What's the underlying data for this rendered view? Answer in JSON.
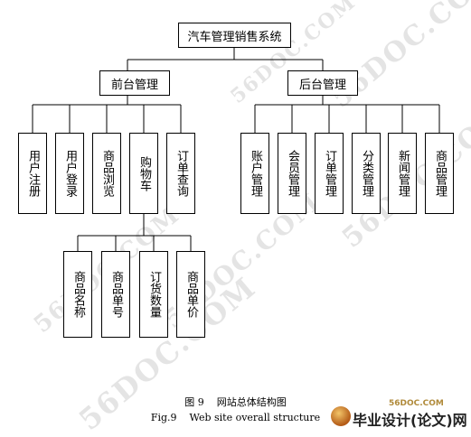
{
  "diagram": {
    "root": "汽车管理销售系统",
    "front": {
      "label": "前台管理",
      "children": [
        "用户注册",
        "用户登录",
        "商品浏览",
        "购物车",
        "订单查询"
      ]
    },
    "back": {
      "label": "后台管理",
      "children": [
        "账户管理",
        "会员管理",
        "订单管理",
        "分类管理",
        "新闻管理",
        "商品管理"
      ]
    },
    "cart_children": [
      "商品名称",
      "商品单号",
      "订货数量",
      "商品单价"
    ]
  },
  "caption": {
    "cn": "图 9    网站总体结构图",
    "en": "Fig.9    Web site overall structure"
  },
  "watermark": {
    "text": "56DOC.COM"
  },
  "logo": {
    "url": "56DOC.COM",
    "text": "毕业设计(论文)网"
  }
}
